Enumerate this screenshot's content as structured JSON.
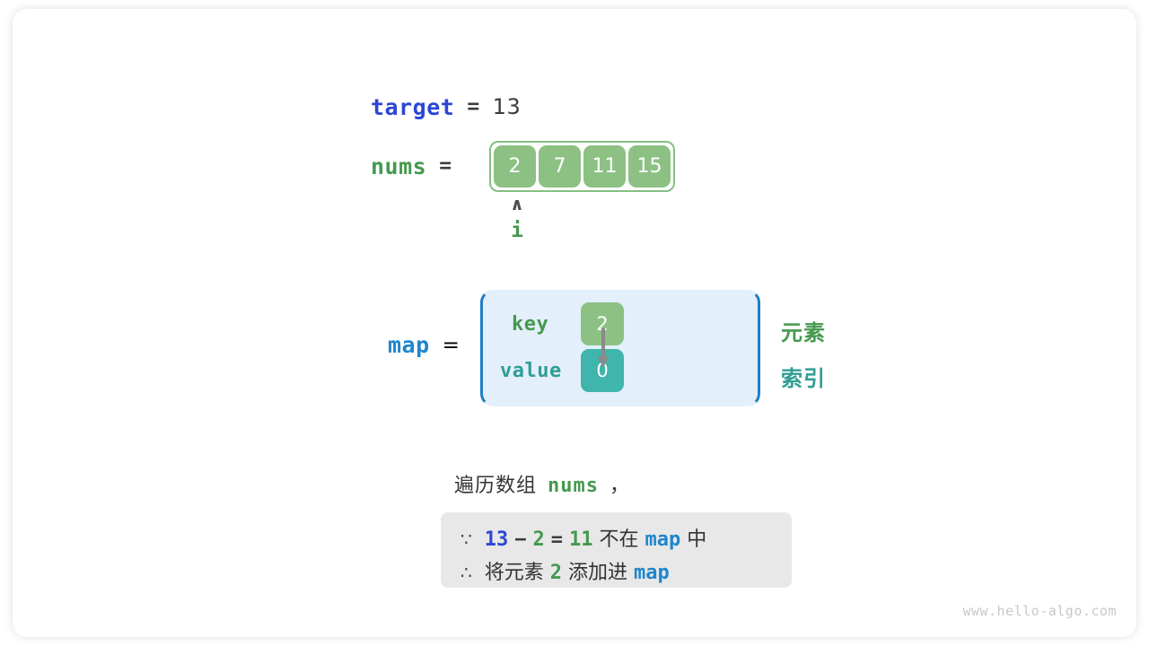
{
  "target": {
    "name": "target",
    "equals": "=",
    "value": "13"
  },
  "nums": {
    "name": "nums",
    "equals": "=",
    "cells": [
      "2",
      "7",
      "11",
      "15"
    ]
  },
  "pointer": {
    "caret": "∧",
    "label": "i"
  },
  "map": {
    "name": "map",
    "equals": "=",
    "key_label": "key",
    "value_label": "value",
    "key_cell": "2",
    "value_cell": "0",
    "side_element": "元素",
    "side_index": "索引"
  },
  "description": {
    "prefix": "遍历数组",
    "code": "nums",
    "suffix": "，"
  },
  "formula": {
    "line1": {
      "because_symbol": "∵",
      "target_value": "13",
      "minus": "−",
      "num_value": "2",
      "equals": "=",
      "result": "11",
      "not_in": "不在",
      "map_name": "map",
      "in_word": "中"
    },
    "line2": {
      "therefore_symbol": "∴",
      "action": "将元素",
      "element": "2",
      "add_to": "添加进",
      "map_name": "map"
    }
  },
  "watermark": "www.hello-algo.com",
  "colors": {
    "target_blue": "#2c46d4",
    "map_blue": "#1f86cd",
    "green": "#45994f",
    "teal": "#2f9e94",
    "cell_green": "#8cc183",
    "cell_teal": "#3fb5ac",
    "map_bg": "#e3effb",
    "map_border": "#1f7fc6",
    "formula_bg": "#e8e8e8"
  }
}
